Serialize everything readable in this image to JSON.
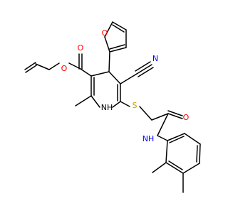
{
  "molecule": {
    "atoms": {
      "o_ester": "O",
      "o_carbonyl_ester": "O",
      "o_furan": "O",
      "n_nitrile": "N",
      "s_thioether": "S",
      "nh_ring": "NH",
      "h_ring": "H",
      "o_amide": "O",
      "nh_amide": "NH"
    },
    "colors": {
      "bond": "#000000",
      "oxygen": "#ff0000",
      "nitrogen": "#0000ff",
      "sulfur": "#c8a000",
      "ring_nitrogen": "#000000"
    }
  }
}
